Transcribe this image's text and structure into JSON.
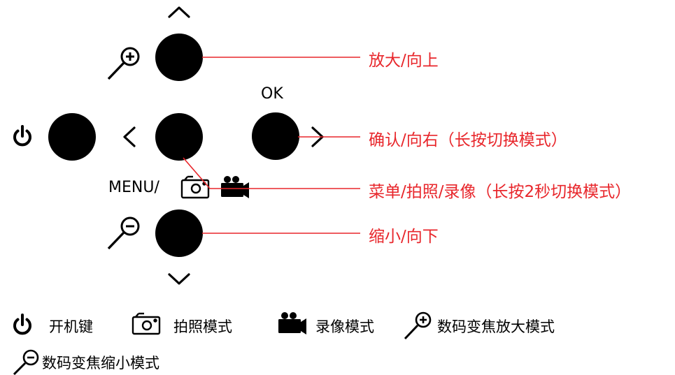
{
  "colors": {
    "accent": "#e8262b",
    "ink": "#000000"
  },
  "labels": {
    "ok": "OK",
    "menu": "MENU/",
    "zoom_in_up": "放大/向上",
    "confirm_right": "确认/向右（长按切换模式）",
    "menu_photo_video": "菜单/拍照/录像（长按2秒切换模式）",
    "zoom_out_down": "缩小/向下"
  },
  "legend": {
    "power": "开机键",
    "photo_mode": "拍照模式",
    "video_mode": "录像模式",
    "zoom_in_mode": "数码变焦放大模式",
    "zoom_out_mode": "数码变焦缩小模式"
  },
  "icons": [
    "chevron-up-icon",
    "chevron-down-icon",
    "chevron-left-icon",
    "chevron-right-icon",
    "zoom-in-icon",
    "zoom-out-icon",
    "power-icon",
    "camera-icon",
    "video-camera-icon"
  ]
}
